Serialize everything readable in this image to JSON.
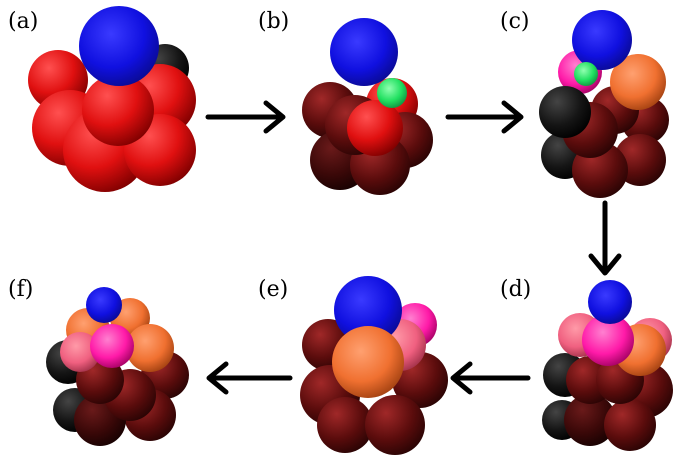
{
  "panels": [
    {
      "label": "(a)"
    },
    {
      "label": "(b)"
    },
    {
      "label": "(c)"
    },
    {
      "label": "(d)"
    },
    {
      "label": "(e)"
    },
    {
      "label": "(f)"
    }
  ],
  "colors": {
    "red": "#e01010",
    "dark_red": "#6a1010",
    "darker_red": "#3a0808",
    "black": "#151515",
    "blue": "#1010e0",
    "green": "#20e060",
    "magenta": "#ff1aa8",
    "pink": "#f06080",
    "orange": "#f07030",
    "arrow": "#000000"
  }
}
